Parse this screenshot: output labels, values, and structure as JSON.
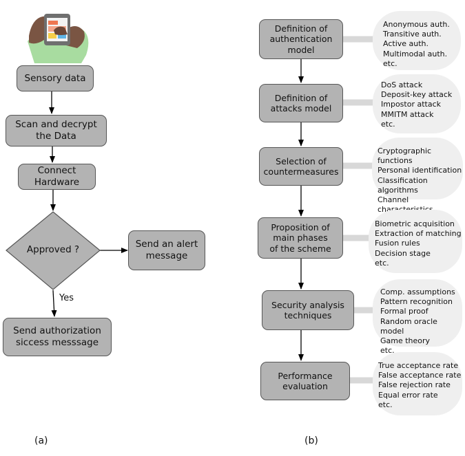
{
  "panel_a": {
    "sensory": "Sensory data",
    "scan": "Scan and decrypt\n the Data",
    "connect": "Connect\nHardware",
    "approved": "Approved ?",
    "alert": "Send an alert\nmessage",
    "yes": "Yes",
    "auth": "Send authorization\nsiccess messsage",
    "caption": "(a)"
  },
  "panel_b": {
    "steps": [
      {
        "label": "Definition of\nauthentication model",
        "note": "Anonymous auth.\nTransitive auth.\nActive auth.\nMultimodal auth.\netc."
      },
      {
        "label": "Definition of\nattacks model",
        "note": "DoS attack\nDeposit-key attack\nImpostor attack\nMMITM attack\netc."
      },
      {
        "label": "Selection of\ncountermeasures",
        "note": "Cryptographic functions\nPersonal identification\nClassification algorithms\nChannel characteristics\netc."
      },
      {
        "label": "Proposition of\nmain phases\nof the scheme",
        "note": "Biometric acquisition\nExtraction of matching\nFusion rules\nDecision stage\netc."
      },
      {
        "label": "Security analysis\ntechniques",
        "note": "Comp. assumptions\nPattern recognition\nFormal proof\nRandom oracle model\nGame theory\netc."
      },
      {
        "label": "Performance\nevaluation",
        "note": "True acceptance rate\nFalse acceptance rate\nFalse rejection rate\nEqual error rate\netc."
      }
    ],
    "caption": "(b)"
  }
}
